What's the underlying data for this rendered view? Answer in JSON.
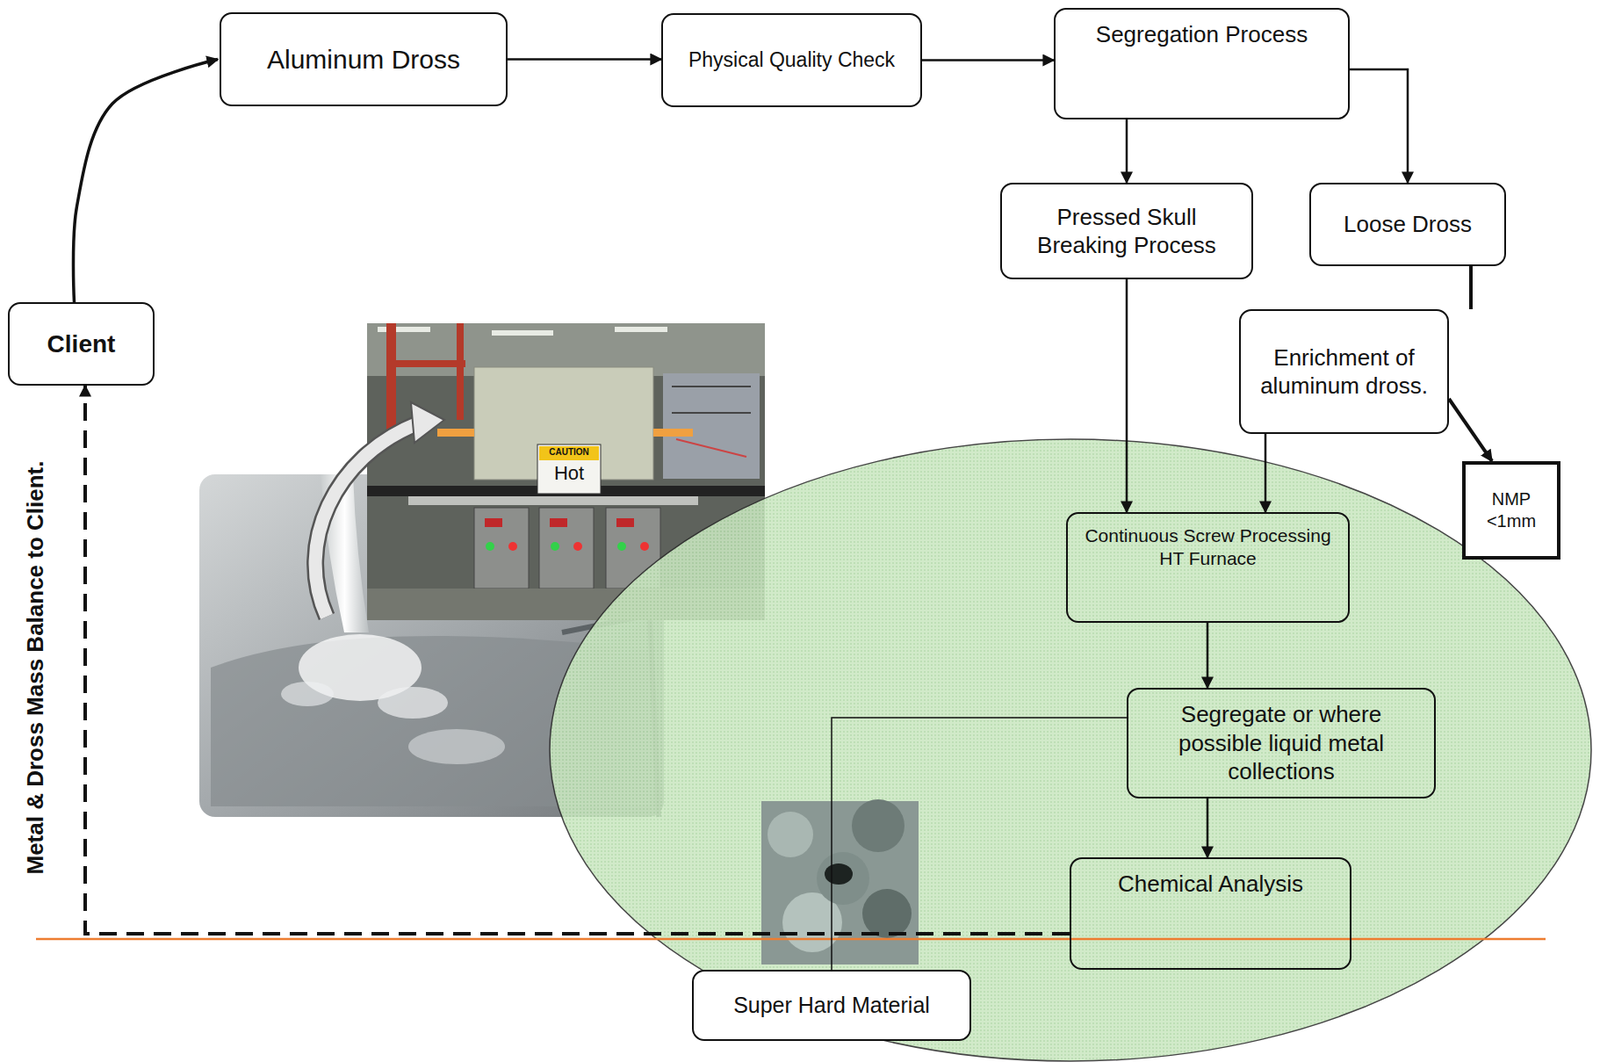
{
  "diagram": {
    "nodes": [
      {
        "text": [
          "Client"
        ]
      },
      {
        "text": [
          "Aluminum Dross"
        ]
      },
      {
        "text": [
          "Physical Quality Check"
        ]
      },
      {
        "text": [
          "Segregation Process"
        ]
      },
      {
        "text": [
          "Pressed Skull Breaking Process"
        ]
      },
      {
        "text": [
          "Loose Dross"
        ]
      },
      {
        "text": [
          "Enrichment of aluminum dross."
        ]
      },
      {
        "text": [
          "NMP <1mm"
        ]
      },
      {
        "text": [
          "Continuous Screw Processing HT Furnace"
        ]
      },
      {
        "text": [
          "Segregate or where possible liquid metal collections"
        ]
      },
      {
        "text": [
          "Chemical Analysis"
        ]
      },
      {
        "text": [
          "Super Hard Material"
        ]
      }
    ],
    "edges": [
      {
        "from": 0,
        "to": 1,
        "arrow": "to"
      },
      {
        "from": 1,
        "to": 2,
        "arrow": "to"
      },
      {
        "from": 2,
        "to": 3,
        "arrow": "to"
      },
      {
        "from": 3,
        "to": 4,
        "arrow": "to"
      },
      {
        "from": 3,
        "to": 5,
        "arrow": "to"
      },
      {
        "from": 5,
        "to": 6,
        "arrow": "none"
      },
      {
        "from": 6,
        "to": 7,
        "arrow": "to"
      },
      {
        "from": 4,
        "to": 8,
        "arrow": "to"
      },
      {
        "from": 6,
        "to": 8,
        "arrow": "to"
      },
      {
        "from": 8,
        "to": 9,
        "arrow": "to"
      },
      {
        "from": 9,
        "to": 10,
        "arrow": "to"
      },
      {
        "from": 10,
        "to": 0,
        "label": "Metal & Dross Mass Balance to Client.",
        "arrow": "to"
      },
      {
        "from": 9,
        "to": 11,
        "arrow": "none"
      }
    ],
    "labels": [
      "CAUTION",
      "Hot"
    ]
  }
}
